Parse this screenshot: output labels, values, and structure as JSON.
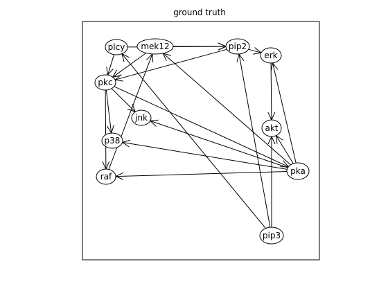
{
  "title": "ground truth",
  "nodes": [
    {
      "id": "plcy",
      "label": "plcy"
    },
    {
      "id": "mek12",
      "label": "mek12"
    },
    {
      "id": "pip2",
      "label": "pip2"
    },
    {
      "id": "erk",
      "label": "erk"
    },
    {
      "id": "pkc",
      "label": "pkc"
    },
    {
      "id": "jnk",
      "label": "jnk"
    },
    {
      "id": "akt",
      "label": "akt"
    },
    {
      "id": "p38",
      "label": "p38"
    },
    {
      "id": "pka",
      "label": "pka"
    },
    {
      "id": "raf",
      "label": "raf"
    },
    {
      "id": "pip3",
      "label": "pip3"
    }
  ],
  "edges": [
    {
      "from": "plcy",
      "to": "pkc"
    },
    {
      "from": "plcy",
      "to": "pip2"
    },
    {
      "from": "mek12",
      "to": "pip2"
    },
    {
      "from": "mek12",
      "to": "pkc"
    },
    {
      "from": "pip2",
      "to": "erk"
    },
    {
      "from": "pip2",
      "to": "pkc"
    },
    {
      "from": "pkc",
      "to": "jnk"
    },
    {
      "from": "pkc",
      "to": "p38"
    },
    {
      "from": "pkc",
      "to": "raf"
    },
    {
      "from": "pkc",
      "to": "pka"
    },
    {
      "from": "raf",
      "to": "mek12"
    },
    {
      "from": "erk",
      "to": "akt"
    },
    {
      "from": "pka",
      "to": "akt"
    },
    {
      "from": "pka",
      "to": "erk"
    },
    {
      "from": "pka",
      "to": "jnk"
    },
    {
      "from": "pka",
      "to": "p38"
    },
    {
      "from": "pka",
      "to": "raf"
    },
    {
      "from": "pka",
      "to": "mek12"
    },
    {
      "from": "pip3",
      "to": "pip2"
    },
    {
      "from": "pip3",
      "to": "plcy"
    },
    {
      "from": "pip3",
      "to": "akt"
    }
  ]
}
